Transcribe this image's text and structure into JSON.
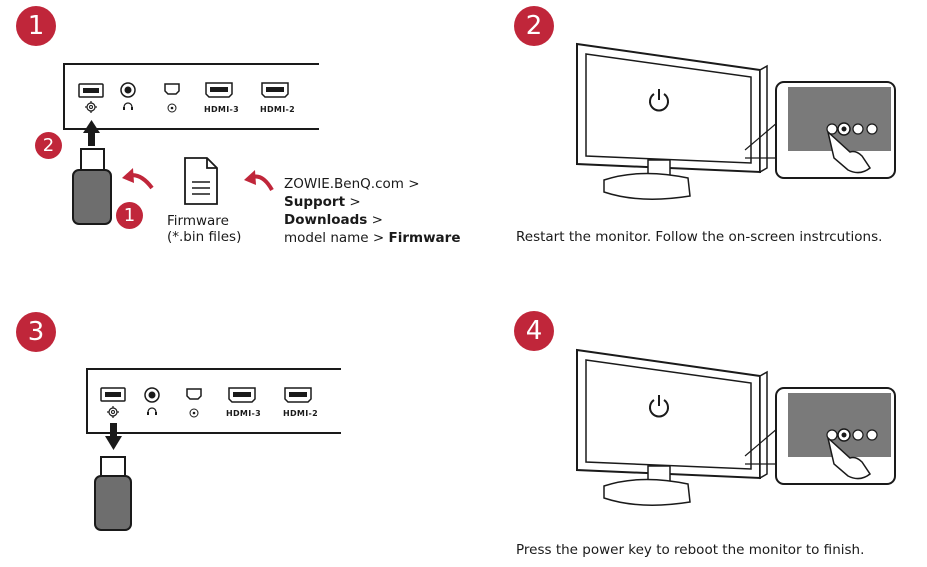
{
  "steps": [
    {
      "number": "1"
    },
    {
      "number": "2"
    },
    {
      "number": "3"
    },
    {
      "number": "4"
    }
  ],
  "sub_steps": {
    "insert": "2",
    "copy": "1"
  },
  "port_labels": {
    "hdmi3": "HDMI-3",
    "hdmi2": "HDMI-2"
  },
  "firmware": {
    "line1": "Firmware",
    "line2": "(*.bin files)"
  },
  "path": {
    "line1": "ZOWIE.BenQ.com >",
    "line2_bold": "Support",
    "line2_rest": " >",
    "line3_bold": "Downloads",
    "line3_rest": " >",
    "line4_plain": "model name > ",
    "line4_bold": "Firmware"
  },
  "captions": {
    "step2": "Restart the monitor. Follow the on-screen instrcutions.",
    "step4": "Press the power key to reboot the monitor to finish."
  },
  "colors": {
    "accent": "#c0263a",
    "ink": "#1a1a1a",
    "screen_bezel": "#2a2a2a",
    "button_panel": "#7a7a7a"
  },
  "icons": [
    "power-icon",
    "gear-icon",
    "headphone-icon",
    "usb-drive-icon",
    "file-icon",
    "arrow-icon"
  ]
}
